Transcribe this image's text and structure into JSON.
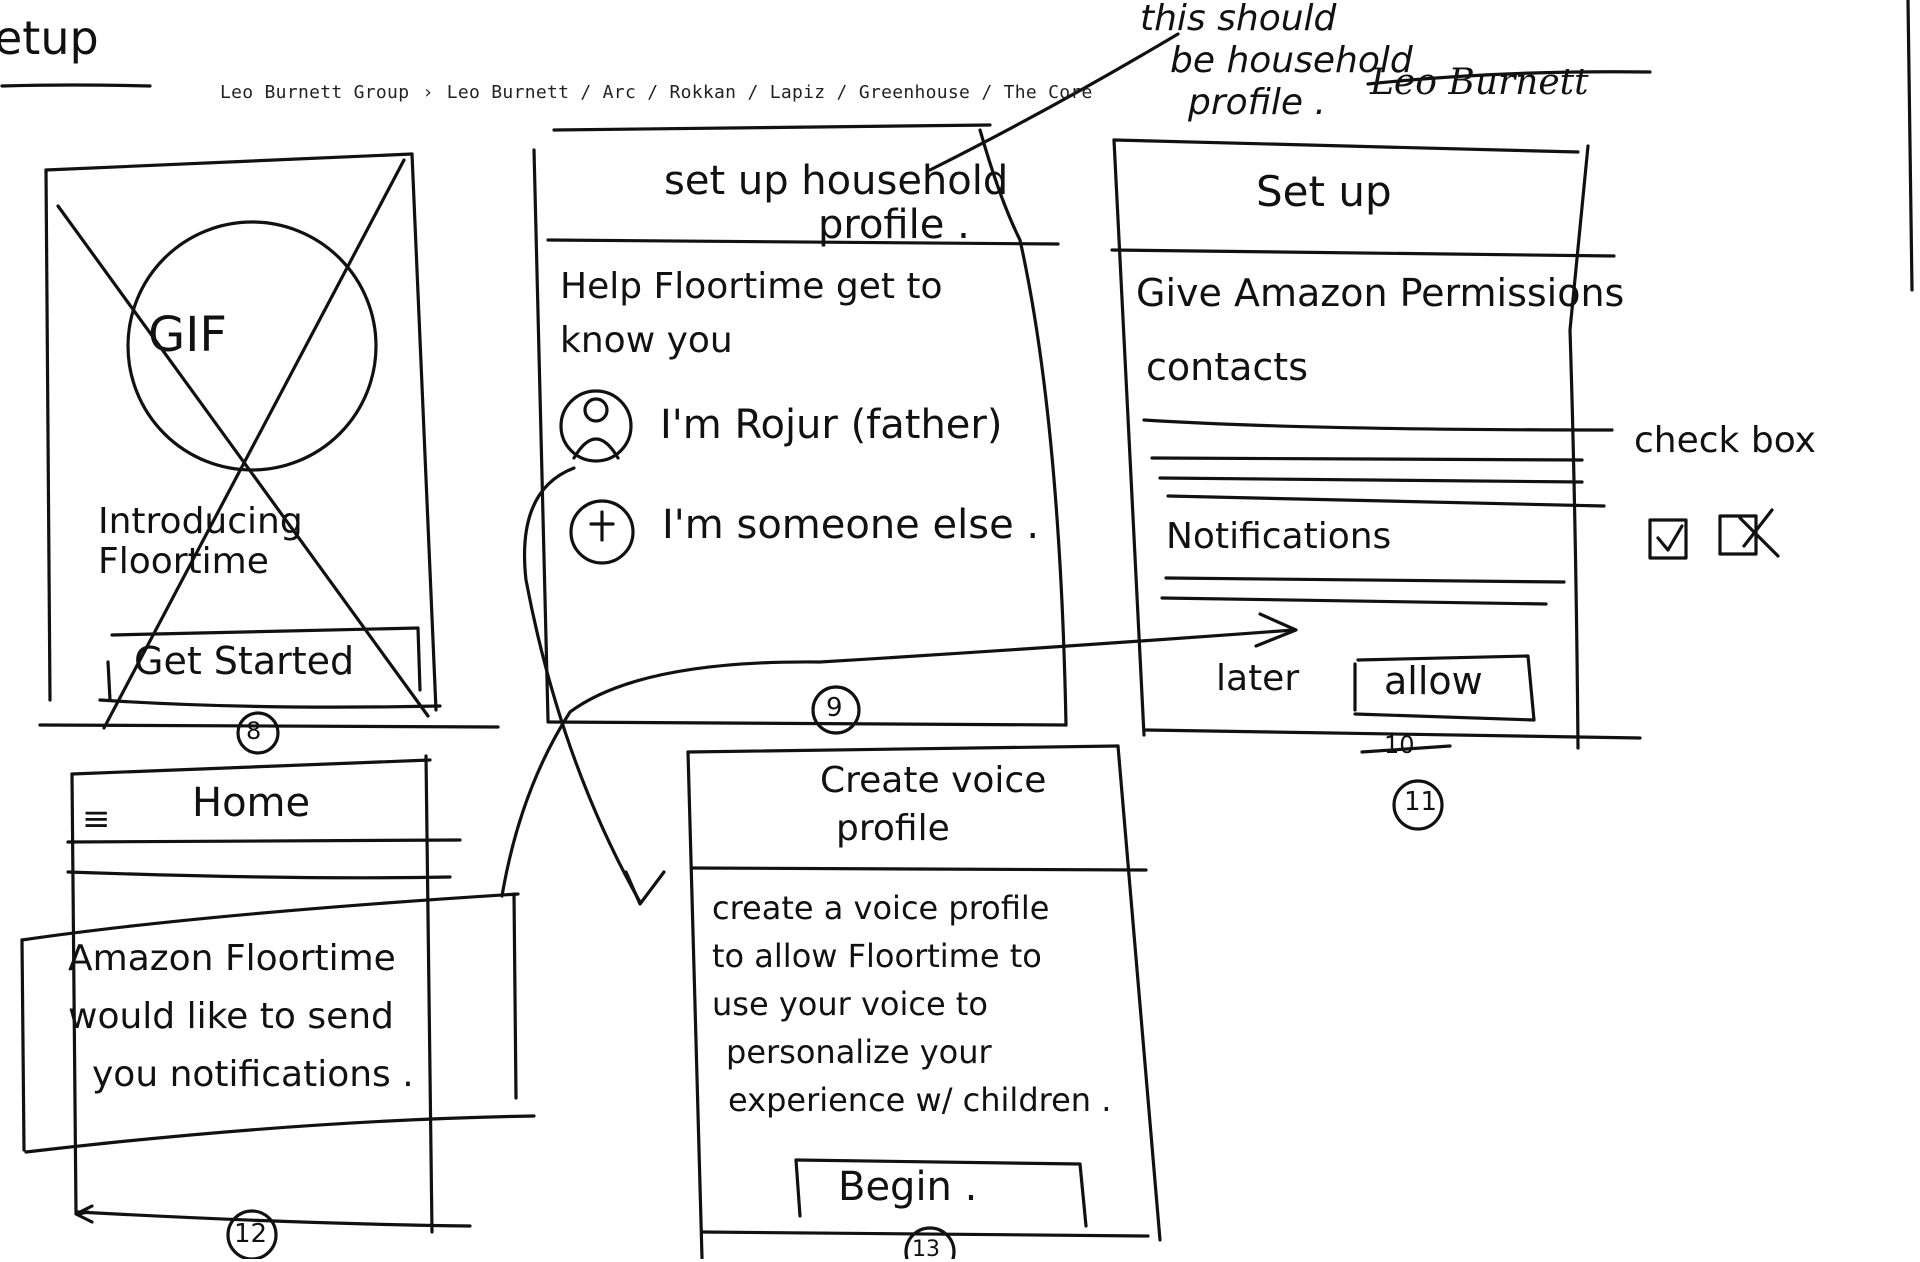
{
  "page": {
    "title": "etup",
    "breadcrumb": {
      "root": "Leo Burnett Group",
      "separator": "›",
      "path": "Leo Burnett / Arc / Rokkan / Lapiz / Greenhouse / The Core"
    },
    "annotation_note": [
      "this should",
      "be household",
      "profile ."
    ],
    "signature": "Leo Burnett"
  },
  "screens": {
    "s8": {
      "gif_label": "GIF",
      "intro_line1": "Introducing",
      "intro_line2": "Floortime",
      "button": "Get Started",
      "number": "8"
    },
    "s9": {
      "title_line1": "set up household",
      "title_line2": "profile .",
      "help_line1": "Help Floortime get to",
      "help_line2": "know you",
      "option1": "I'm Rojur (father)",
      "option2": "I'm someone else .",
      "number": "9"
    },
    "s11": {
      "title": "Set up",
      "perm_line1": "Give Amazon Permissions",
      "perm_line2": "contacts",
      "notifications": "Notifications",
      "later": "later",
      "allow": "allow",
      "number_struck": "10",
      "number": "11",
      "side_note": "check box"
    },
    "s12": {
      "title": "Home",
      "menu_glyph": "≡",
      "msg_line1": "Amazon Floortime",
      "msg_line2": "would like to send",
      "msg_line3": "you notifications .",
      "number": "12"
    },
    "s13": {
      "title_line1": "Create voice",
      "title_line2": "profile",
      "body_line1": "create a voice profile",
      "body_line2": "to allow Floortime to",
      "body_line3": "use your voice to",
      "body_line4": "personalize your",
      "body_line5": "experience w/ children .",
      "button": "Begin .",
      "number": "13"
    }
  }
}
